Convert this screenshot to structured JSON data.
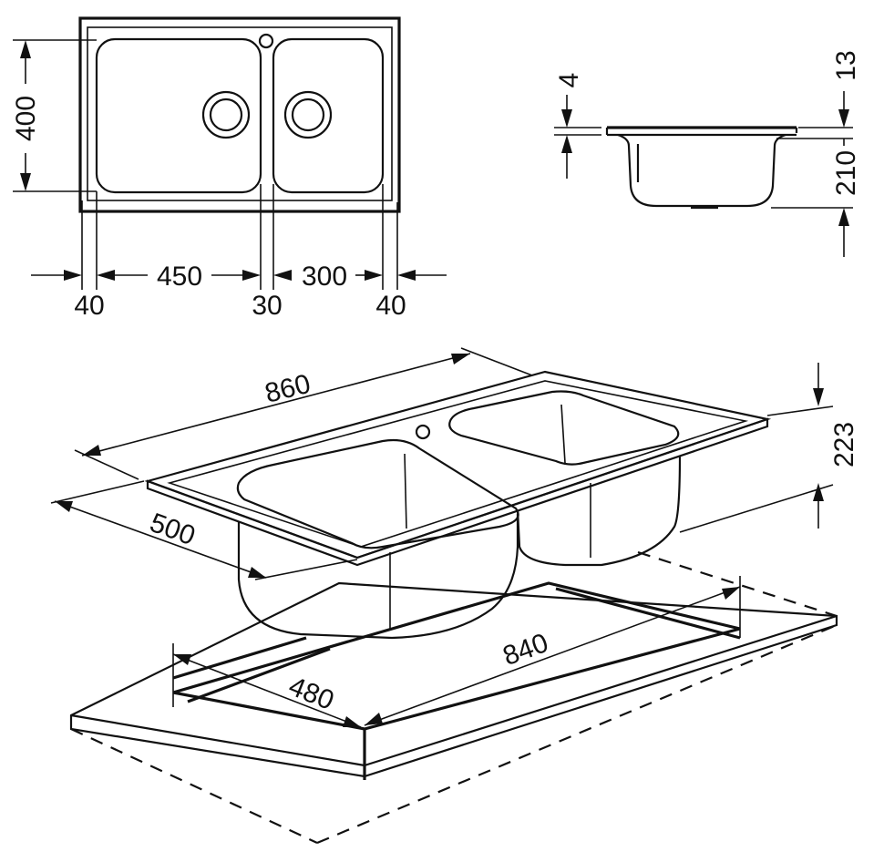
{
  "dimensions": {
    "top_view": {
      "height": "400",
      "left_margin": "40",
      "left_bowl_width": "450",
      "divider_width": "30",
      "right_bowl_width": "300",
      "right_margin": "40"
    },
    "side_view": {
      "rim_thickness": "4",
      "rim_offset": "13",
      "bowl_depth": "210"
    },
    "isometric_view": {
      "overall_length": "860",
      "overall_width": "500",
      "overall_height": "223",
      "cutout_length": "840",
      "cutout_width": "480"
    }
  },
  "colors": {
    "line": "#111111",
    "background": "#ffffff"
  }
}
